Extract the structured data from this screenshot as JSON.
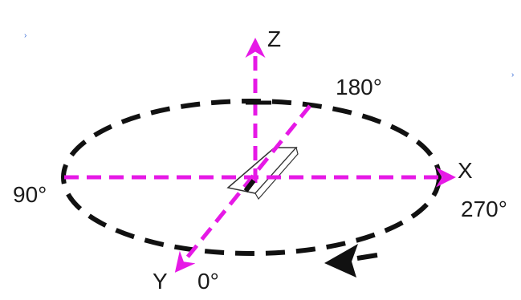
{
  "diagram": {
    "axes": {
      "z_label": "Z",
      "x_label": "X",
      "y_label": "Y"
    },
    "angles": {
      "a180": "180°",
      "a90": "90°",
      "a270": "270°",
      "a0": "0°"
    },
    "colors": {
      "axis": "#e619e6",
      "orbit": "#111111",
      "plate_stroke": "#333333",
      "label": "#1a1a1a"
    },
    "icons": {
      "rotation_direction": "arrow-head-icon"
    }
  }
}
